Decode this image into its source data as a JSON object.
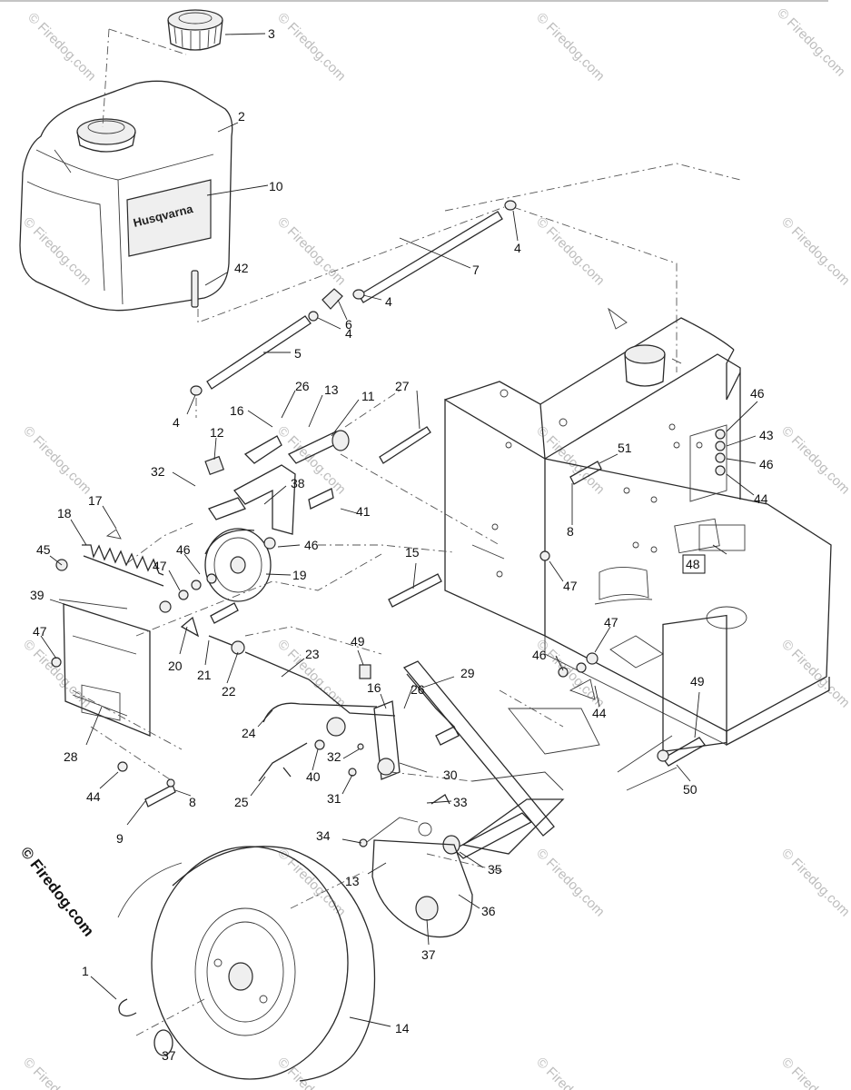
{
  "watermark": "© Firedog.com",
  "brand_text": "© Firedog.com",
  "tank_logo": "Husqvarna",
  "callouts": {
    "c1": "1",
    "c2": "2",
    "c3": "3",
    "c4a": "4",
    "c4b": "4",
    "c4c": "4",
    "c4d": "4",
    "c5": "5",
    "c6": "6",
    "c7": "7",
    "c8a": "8",
    "c8b": "8",
    "c9": "9",
    "c10": "10",
    "c11": "11",
    "c12": "12",
    "c13a": "13",
    "c13b": "13",
    "c14": "14",
    "c15": "15",
    "c16a": "16",
    "c16b": "16",
    "c17": "17",
    "c18": "18",
    "c19": "19",
    "c20": "20",
    "c21": "21",
    "c22": "22",
    "c23": "23",
    "c24": "24",
    "c25": "25",
    "c26a": "26",
    "c26b": "26",
    "c27": "27",
    "c28": "28",
    "c29": "29",
    "c30": "30",
    "c31": "31",
    "c32a": "32",
    "c32b": "32",
    "c33": "33",
    "c34": "34",
    "c35": "35",
    "c36": "36",
    "c37a": "37",
    "c37b": "37",
    "c38": "38",
    "c39": "39",
    "c40": "40",
    "c41": "41",
    "c42": "42",
    "c43": "43",
    "c44a": "44",
    "c44b": "44",
    "c44c": "44",
    "c45": "45",
    "c46a": "46",
    "c46b": "46",
    "c46c": "46",
    "c46d": "46",
    "c46e": "46",
    "c47a": "47",
    "c47b": "47",
    "c47c": "47",
    "c47d": "47",
    "c48": "48",
    "c49a": "49",
    "c49b": "49",
    "c50": "50",
    "c51": "51"
  }
}
